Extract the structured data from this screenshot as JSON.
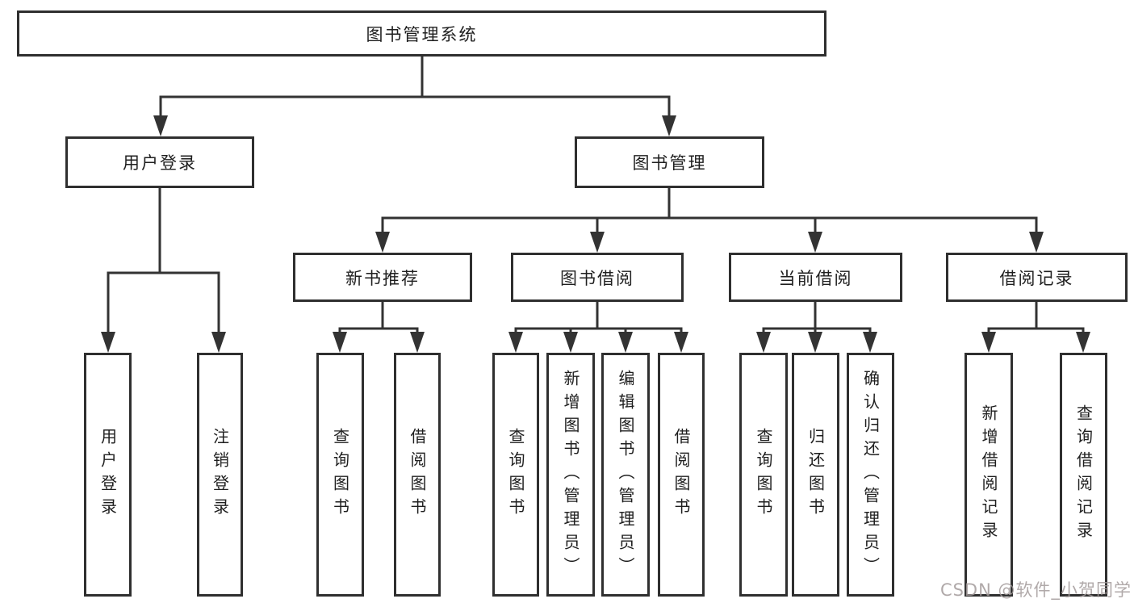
{
  "tree": {
    "label": "图书管理系统",
    "children": [
      {
        "label": "用户登录",
        "children": [
          {
            "label": "用户登录"
          },
          {
            "label": "注销登录"
          }
        ]
      },
      {
        "label": "图书管理",
        "children": [
          {
            "label": "新书推荐",
            "children": [
              {
                "label": "查询图书"
              },
              {
                "label": "借阅图书"
              }
            ]
          },
          {
            "label": "图书借阅",
            "children": [
              {
                "label": "查询图书"
              },
              {
                "label": "新增图书（管理员）"
              },
              {
                "label": "编辑图书（管理员）"
              },
              {
                "label": "借阅图书"
              }
            ]
          },
          {
            "label": "当前借阅",
            "children": [
              {
                "label": "查询图书"
              },
              {
                "label": "归还图书"
              },
              {
                "label": "确认归还（管理员）"
              }
            ]
          },
          {
            "label": "借阅记录",
            "children": [
              {
                "label": "新增借阅记录"
              },
              {
                "label": "查询借阅记录"
              }
            ]
          }
        ]
      }
    ]
  },
  "watermark": {
    "text": "CSDN @软件_小贺同学"
  },
  "colors": {
    "box_border": "#2f2f2f",
    "connector": "#333333",
    "text": "#1f1f1f",
    "watermark": "#a39b9b",
    "background": "#ffffff"
  }
}
